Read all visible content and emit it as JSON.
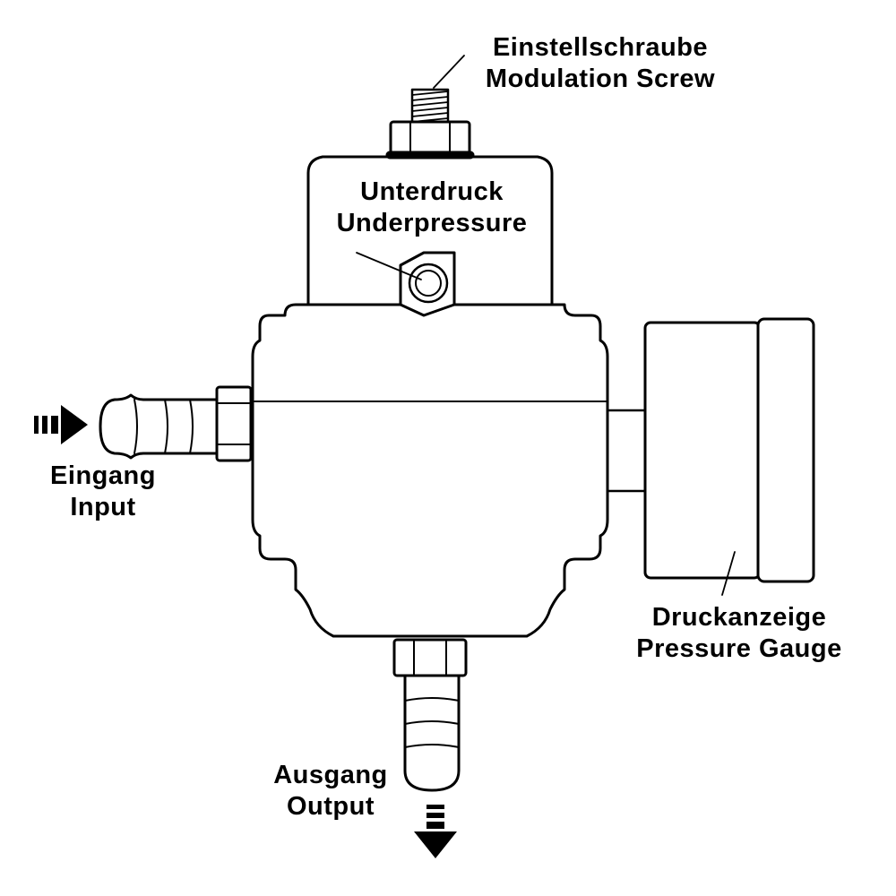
{
  "labels": {
    "modulation_screw": {
      "de": "Einstellschraube",
      "en": "Modulation Screw"
    },
    "underpressure": {
      "de": "Unterdruck",
      "en": "Underpressure"
    },
    "input": {
      "de": "Eingang",
      "en": "Input"
    },
    "pressure_gauge": {
      "de": "Druckanzeige",
      "en": "Pressure Gauge"
    },
    "output": {
      "de": "Ausgang",
      "en": "Output"
    }
  },
  "colors": {
    "stroke": "#000000",
    "fill": "#ffffff"
  },
  "icons": {
    "input_flow": "dashed-arrow-right-icon",
    "output_flow": "dashed-arrow-down-icon"
  }
}
